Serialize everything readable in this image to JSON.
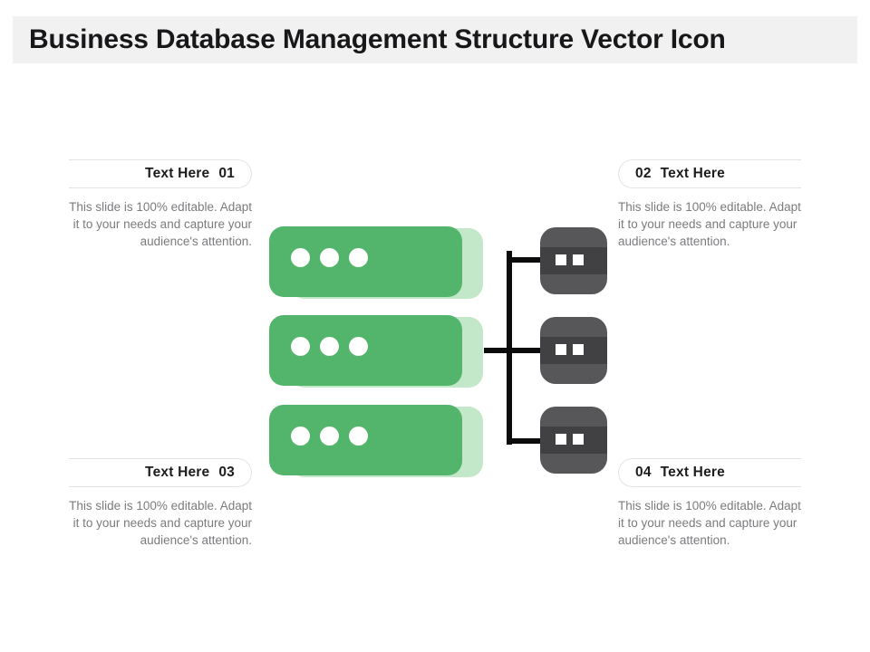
{
  "title": {
    "text": "Business Database Management Structure Vector Icon"
  },
  "callouts": [
    {
      "id": "01",
      "number": "01",
      "label": "Text Here",
      "body": "This slide is 100% editable. Adapt it to your needs and capture your audience's attention.",
      "position": "top-left"
    },
    {
      "id": "02",
      "number": "02",
      "label": "Text Here",
      "body": "This slide is 100% editable. Adapt it to your needs and capture your audience's attention.",
      "position": "top-right"
    },
    {
      "id": "03",
      "number": "03",
      "label": "Text Here",
      "body": "This slide is 100% editable. Adapt it to your needs and capture your audience's attention.",
      "position": "bottom-left"
    },
    {
      "id": "04",
      "number": "04",
      "label": "Text Here",
      "body": "This slide is 100% editable. Adapt it to your needs and capture your audience's attention.",
      "position": "bottom-right"
    }
  ],
  "graphic": {
    "servers": [
      {
        "name": "server-rack-1",
        "leds": 3
      },
      {
        "name": "server-rack-2",
        "leds": 3
      },
      {
        "name": "server-rack-3",
        "leds": 3
      }
    ],
    "nodes": [
      {
        "name": "database-node-1",
        "chips": 2
      },
      {
        "name": "database-node-2",
        "chips": 2
      },
      {
        "name": "database-node-3",
        "chips": 2
      }
    ],
    "connectors": [
      {
        "name": "trunk-line",
        "orientation": "vertical"
      },
      {
        "name": "branch-line-1",
        "orientation": "horizontal"
      },
      {
        "name": "branch-line-2",
        "orientation": "horizontal"
      },
      {
        "name": "branch-line-3",
        "orientation": "horizontal"
      }
    ]
  },
  "colors": {
    "title_bar_bg": "#f1f1f1",
    "title_text": "#18181a",
    "server_green": "#53b56c",
    "server_green_light": "#c2e7c9",
    "node_gray": "#57575a",
    "node_gray_dark": "#414144",
    "connector_black": "#0b0b0b",
    "body_text": "#7b7b7e",
    "pill_border": "#e3e3e3",
    "page_bg": "#ffffff"
  }
}
